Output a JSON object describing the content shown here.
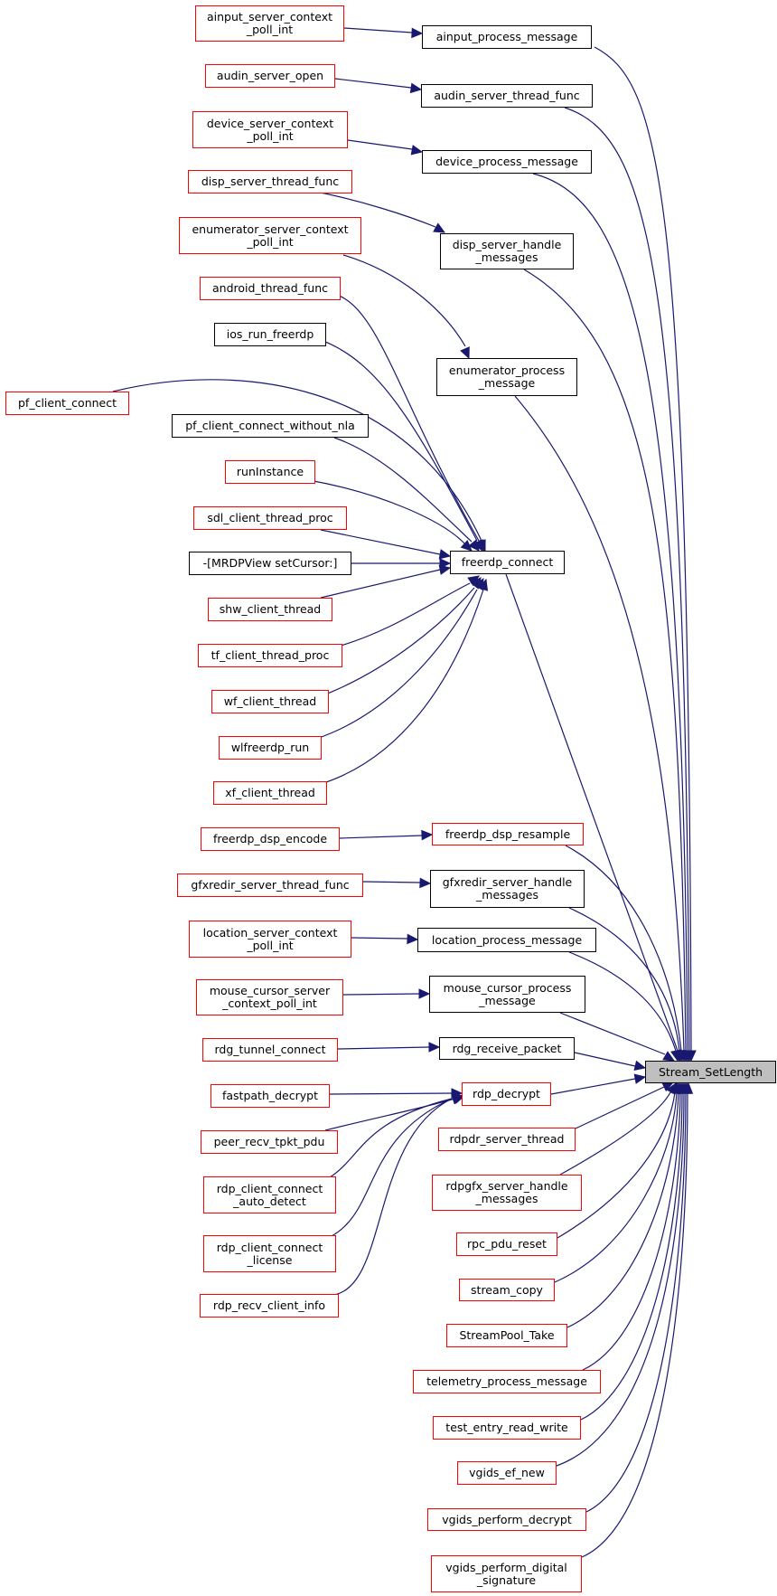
{
  "colors": {
    "edge": "#191970",
    "linked_border": "#ff0000",
    "plain_border": "#000000",
    "target_fill": "#bfbfbf"
  },
  "nodes": {
    "stream_setlength": "Stream_SetLength",
    "ainput_server_context_poll_int": "ainput_server_context\n_poll_int",
    "ainput_process_message": "ainput_process_message",
    "audin_server_open": "audin_server_open",
    "audin_server_thread_func": "audin_server_thread_func",
    "device_server_context_poll_int": "device_server_context\n_poll_int",
    "device_process_message": "device_process_message",
    "disp_server_thread_func": "disp_server_thread_func",
    "disp_server_handle_messages": "disp_server_handle\n_messages",
    "enumerator_server_context_poll_int": "enumerator_server_context\n_poll_int",
    "enumerator_process_message": "enumerator_process\n_message",
    "android_thread_func": "android_thread_func",
    "ios_run_freerdp": "ios_run_freerdp",
    "pf_client_connect": "pf_client_connect",
    "pf_client_connect_without_nla": "pf_client_connect_without_nla",
    "runinstance": "runInstance",
    "sdl_client_thread_proc": "sdl_client_thread_proc",
    "mrdpview_setcursor": "-[MRDPView setCursor:]",
    "freerdp_connect": "freerdp_connect",
    "shw_client_thread": "shw_client_thread",
    "tf_client_thread_proc": "tf_client_thread_proc",
    "wf_client_thread": "wf_client_thread",
    "wlfreerdp_run": "wlfreerdp_run",
    "xf_client_thread": "xf_client_thread",
    "freerdp_dsp_encode": "freerdp_dsp_encode",
    "freerdp_dsp_resample": "freerdp_dsp_resample",
    "gfxredir_server_thread_func": "gfxredir_server_thread_func",
    "gfxredir_server_handle_messages": "gfxredir_server_handle\n_messages",
    "location_server_context_poll_int": "location_server_context\n_poll_int",
    "location_process_message": "location_process_message",
    "mouse_cursor_server_context_poll_int": "mouse_cursor_server\n_context_poll_int",
    "mouse_cursor_process_message": "mouse_cursor_process\n_message",
    "rdg_tunnel_connect": "rdg_tunnel_connect",
    "rdg_receive_packet": "rdg_receive_packet",
    "fastpath_decrypt": "fastpath_decrypt",
    "rdp_decrypt": "rdp_decrypt",
    "peer_recv_tpkt_pdu": "peer_recv_tpkt_pdu",
    "rdp_client_connect_auto_detect": "rdp_client_connect\n_auto_detect",
    "rdp_client_connect_license": "rdp_client_connect\n_license",
    "rdp_recv_client_info": "rdp_recv_client_info",
    "rdpdr_server_thread": "rdpdr_server_thread",
    "rdpgfx_server_handle_messages": "rdpgfx_server_handle\n_messages",
    "rpc_pdu_reset": "rpc_pdu_reset",
    "stream_copy": "stream_copy",
    "streampool_take": "StreamPool_Take",
    "telemetry_process_message": "telemetry_process_message",
    "test_entry_read_write": "test_entry_read_write",
    "vgids_ef_new": "vgids_ef_new",
    "vgids_perform_decrypt": "vgids_perform_decrypt",
    "vgids_perform_digital_signature": "vgids_perform_digital\n_signature"
  }
}
